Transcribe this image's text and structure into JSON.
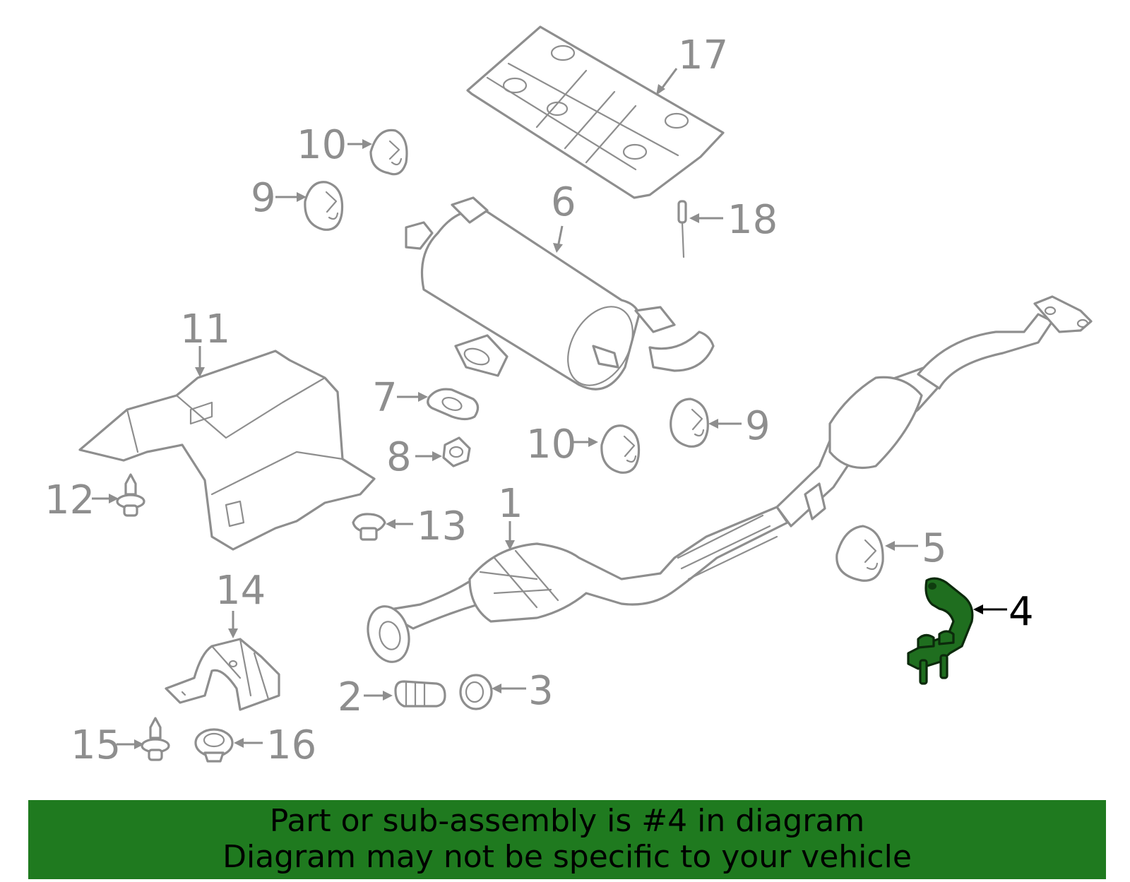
{
  "callouts": {
    "c1": "1",
    "c2": "2",
    "c3": "3",
    "c4": "4",
    "c5": "5",
    "c6": "6",
    "c7": "7",
    "c8": "8",
    "c9a": "9",
    "c9b": "9",
    "c10a": "10",
    "c10b": "10",
    "c11": "11",
    "c12": "12",
    "c13": "13",
    "c14": "14",
    "c15": "15",
    "c16": "16",
    "c17": "17",
    "c18": "18"
  },
  "highlighted_part": "4",
  "colors": {
    "highlight": "#1f6e1f",
    "banner": "#1f7a1f",
    "line": "#8e8e8e"
  },
  "banner": {
    "line1": "Part or sub-assembly is #4 in diagram",
    "line2": "Diagram may not be specific to your vehicle"
  }
}
